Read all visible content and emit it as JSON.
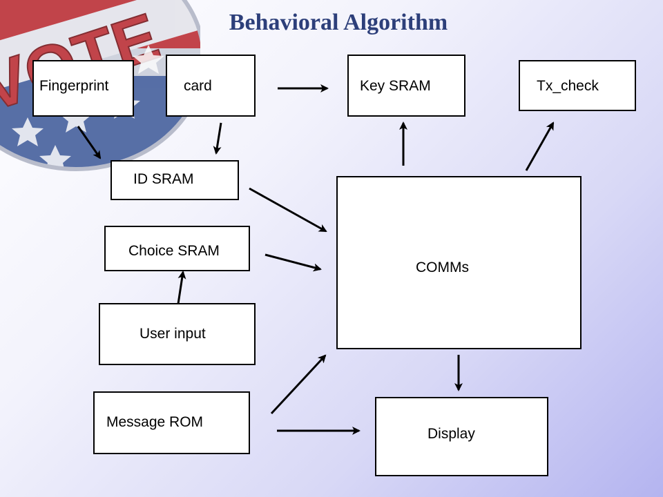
{
  "title": "Behavioral Algorithm",
  "badge": {
    "text": "VOTE",
    "icon": "vote-badge-icon",
    "colors": {
      "red": "#c0353a",
      "blue": "#3d5a95",
      "white": "#ffffff"
    }
  },
  "nodes": {
    "fingerprint": "Fingerprint",
    "card": "card",
    "key_sram": "Key SRAM",
    "tx_check": "Tx_check",
    "id_sram": "ID SRAM",
    "choice_sram": "Choice SRAM",
    "user_input": "User input",
    "comms": "COMMs",
    "message_rom": "Message ROM",
    "display": "Display"
  },
  "edges": [
    {
      "from": "fingerprint",
      "to": "id_sram"
    },
    {
      "from": "card",
      "to": "id_sram"
    },
    {
      "from": "card",
      "to": "key_sram"
    },
    {
      "from": "comms",
      "to": "key_sram"
    },
    {
      "from": "comms",
      "to": "tx_check"
    },
    {
      "from": "id_sram",
      "to": "comms"
    },
    {
      "from": "choice_sram",
      "to": "comms"
    },
    {
      "from": "user_input",
      "to": "choice_sram"
    },
    {
      "from": "message_rom",
      "to": "comms"
    },
    {
      "from": "message_rom",
      "to": "display"
    },
    {
      "from": "comms",
      "to": "display"
    }
  ]
}
